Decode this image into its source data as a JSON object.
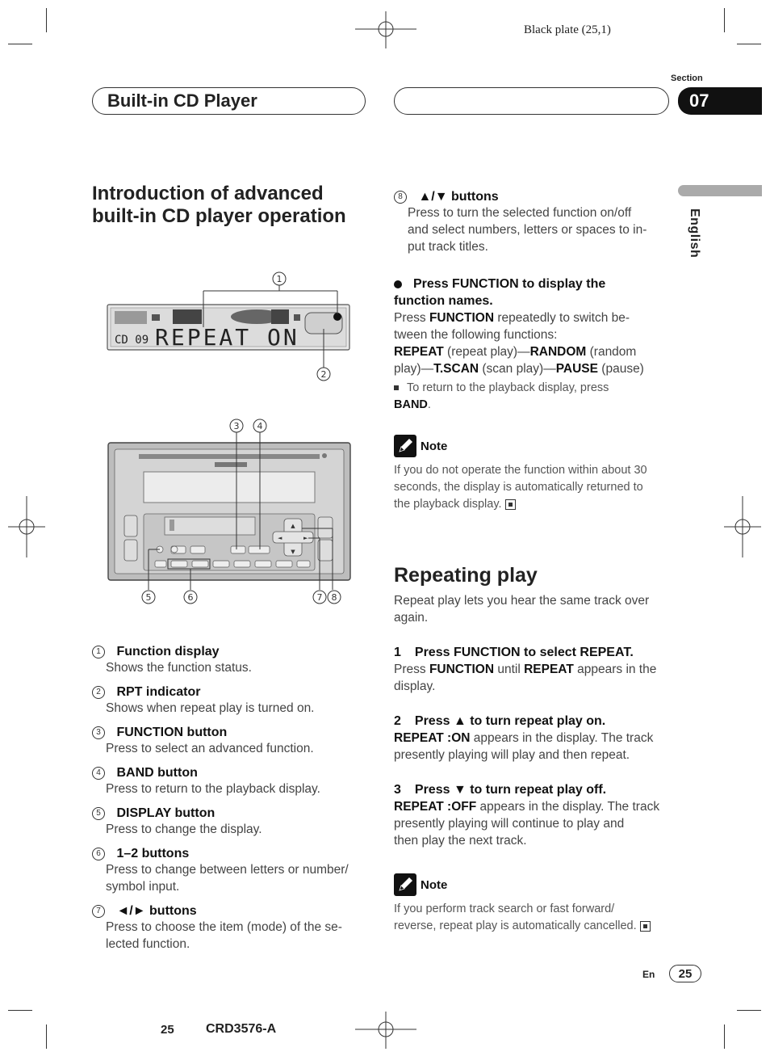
{
  "header": {
    "plate": "Black plate (25,1)",
    "section_label": "Section",
    "section_number": "07",
    "chapter_title": "Built-in CD Player",
    "language": "English"
  },
  "intro": {
    "title": "Introduction of advanced built-in CD player operation"
  },
  "display_figure": {
    "lcd_text": "REPEAT ON",
    "callouts": [
      "1",
      "2"
    ]
  },
  "unit_figure": {
    "callouts": [
      "3",
      "4",
      "5",
      "6",
      "7",
      "8"
    ]
  },
  "items": [
    {
      "n": "1",
      "head": "Function display",
      "desc": "Shows the function status."
    },
    {
      "n": "2",
      "head": "RPT indicator",
      "desc": "Shows when repeat play is turned on."
    },
    {
      "n": "3",
      "head": "FUNCTION button",
      "desc": "Press to select an advanced function."
    },
    {
      "n": "4",
      "head": "BAND button",
      "desc": "Press to return to the playback display."
    },
    {
      "n": "5",
      "head": "DISPLAY button",
      "desc": "Press to change the display."
    },
    {
      "n": "6",
      "head": "1–2 buttons",
      "desc1": "Press to change between letters or number/",
      "desc2": "symbol input."
    },
    {
      "n": "7",
      "head": "◄/► buttons",
      "desc1": "Press to choose the item (mode) of the se-",
      "desc2": "lected function."
    },
    {
      "n": "8",
      "head": "▲/▼ buttons",
      "desc1": "Press to turn the selected function on/off",
      "desc2": "and select numbers, letters or spaces to in-",
      "desc3": "put track titles."
    }
  ],
  "function_names": {
    "head1": "Press FUNCTION to display the",
    "head2": "function names.",
    "l1_a": "Press ",
    "l1_b": "FUNCTION",
    "l1_c": " repeatedly to switch be-",
    "l2": "tween the following functions:",
    "l3_a": "REPEAT",
    "l3_b": " (repeat play)—",
    "l3_c": "RANDOM",
    "l3_d": " (random",
    "l4_a": "play)—",
    "l4_b": "T.SCAN",
    "l4_c": " (scan play)—",
    "l4_d": "PAUSE",
    "l4_e": " (pause)",
    "tip1": "To return to the playback display, press",
    "tip2": "BAND",
    "tip2_end": "."
  },
  "note1": {
    "label": "Note",
    "l1": "If you do not operate the function within about 30",
    "l2": "seconds, the display is automatically returned to",
    "l3": "the playback display."
  },
  "repeating": {
    "title": "Repeating play",
    "intro1": "Repeat play lets you hear the same track over",
    "intro2": "again.",
    "s1_num": "1",
    "s1_head": "Press FUNCTION to select REPEAT.",
    "s1_a": "Press ",
    "s1_b": "FUNCTION",
    "s1_c": " until ",
    "s1_d": "REPEAT",
    "s1_e": " appears in the",
    "s1_l2": "display.",
    "s2_num": "2",
    "s2_head": "Press ▲ to turn repeat play on.",
    "s2_a": "REPEAT :ON",
    "s2_b": " appears in the display. The track",
    "s2_l2": "presently playing will play and then repeat.",
    "s3_num": "3",
    "s3_head": "Press ▼ to turn repeat play off.",
    "s3_a": "REPEAT :OFF",
    "s3_b": " appears in the display. The track",
    "s3_l2": "presently playing will continue to play and",
    "s3_l3": "then play the next track."
  },
  "note2": {
    "label": "Note",
    "l1": "If you perform track search or fast forward/",
    "l2": "reverse, repeat play is automatically cancelled."
  },
  "footer": {
    "lang_code": "En",
    "page": "25",
    "print_page": "25",
    "model": "CRD3576-A"
  }
}
